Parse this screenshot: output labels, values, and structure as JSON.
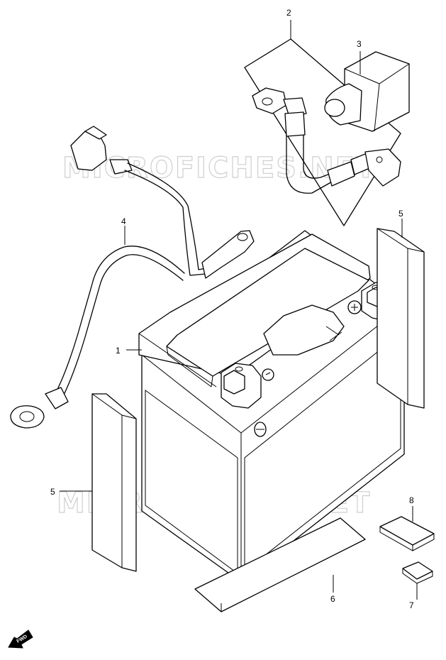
{
  "watermark": "MICROFICHES.NET",
  "fwd_label": "FWD",
  "callouts": {
    "c1": "1",
    "c2": "2",
    "c3": "3",
    "c4": "4",
    "c5_upper": "5",
    "c5_lower": "5",
    "c6": "6",
    "c7": "7",
    "c8": "8"
  }
}
